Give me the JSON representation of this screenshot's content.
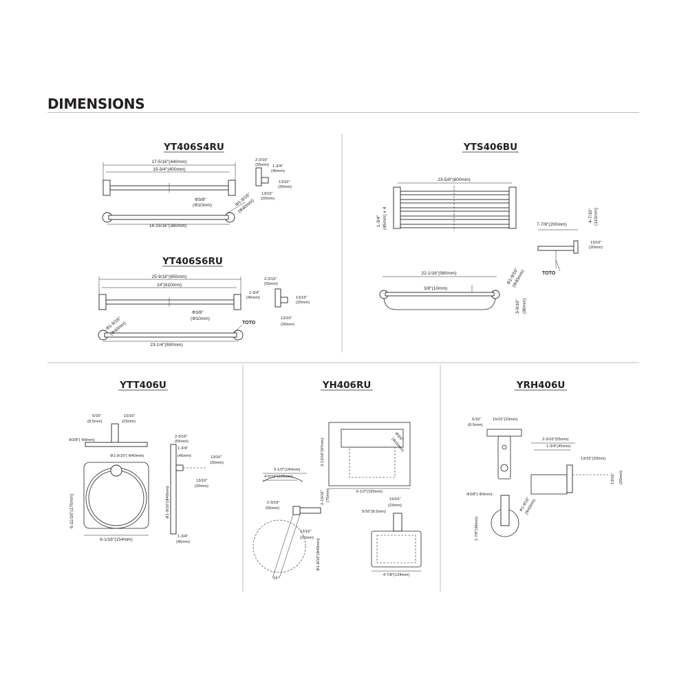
{
  "page": {
    "title": "DIMENSIONS"
  },
  "yt406s4ru": {
    "model": "YT406S4RU",
    "d_overall": "17-5/16\"(440mm)",
    "d_center": "15-3/4\"(400mm)",
    "d_rod_in": "Φ3/8\"",
    "d_rod_mm": "(Φ10mm)",
    "d_flange_in": "Φ1-9/16\"",
    "d_flange_mm": "(Φ40mm)",
    "d_bar": "14-15/16\"(380mm)",
    "side_top_in": "2-3/16\"",
    "side_top_mm": "(55mm)",
    "side_mid_in": "1-3/4\"",
    "side_mid_mm": "(45mm)",
    "side_r_in": "13/16\"",
    "side_r_mm": "(20mm)",
    "side_b_in": "13/16\"",
    "side_b_mm": "(20mm)"
  },
  "yt406s6ru": {
    "model": "YT406S6RU",
    "d_overall": "25-9/16\"(650mm)",
    "d_center": "24\"(610mm)",
    "d_rod_in": "Φ3/8\"",
    "d_rod_mm": "(Φ10mm)",
    "d_flange_in": "Φ1-9/16\"",
    "d_flange_mm": "(Φ40mm)",
    "d_bar": "23-1/4\"(590mm)",
    "brand": "TOTO",
    "side_top_in": "2-3/16\"",
    "side_top_mm": "(55mm)",
    "side_mid_in": "1-3/4\"",
    "side_mid_mm": "(45mm)",
    "side_r_in": "13/16\"",
    "side_r_mm": "(20mm)",
    "side_b_in": "13/16\"",
    "side_b_mm": "(20mm)"
  },
  "yts406bu": {
    "model": "YTS406BU",
    "d_width": "23-5/8\"(600mm)",
    "d_spacing_in": "1-3/4\"",
    "d_spacing_mm": "(45mm) x 4",
    "d_depth": "7-7/8\"(200mm)",
    "d_height_in": "4-7/16\"",
    "d_height_mm": "(113mm)",
    "d_side_in": "13/16\"",
    "d_side_mm": "(20mm)",
    "brand": "TOTO",
    "d_bottom": "22-1/16\"(560mm)",
    "d_rod": "3/8\"(10mm)",
    "d_flange_in": "Φ1-9/16\"",
    "d_flange_mm": "(Φ40mm)",
    "d_drop_in": "3-9/16\"",
    "d_drop_mm": "(90mm)"
  },
  "ytt406u": {
    "model": "YTT406U",
    "d_a_in": "5/16\"",
    "d_a_mm": "(8.5mm)",
    "d_b_in": "15/16\"",
    "d_b_mm": "(23mm)",
    "d_rod": "Φ3/8\"( Φ9mm)",
    "d_flange": "Φ1-9/16\"( Φ40mm)",
    "d_height": "6-11/16\"(170mm)",
    "d_width": "6-1/16\"(154mm)",
    "s_top_in": "2-3/16\"",
    "s_top_mm": "(55mm)",
    "s_mid_in": "1-3/4\"",
    "s_mid_mm": "(45mm)",
    "s_r_in": "13/16\"",
    "s_r_mm": "(20mm)",
    "s_b_in": "13/16\"",
    "s_b_mm": "(20mm)",
    "s_vert": "Φ1-9/16\"(Φ40mm)",
    "s_bot_in": "1-3/4\"",
    "s_bot_mm": "(45mm)"
  },
  "yh406ru": {
    "model": "YH406RU",
    "d_depth1": "5-1/2\"(140mm)",
    "d_depth2": "4-5/16\"(126mm)",
    "d_a_in": "2-3/16\"",
    "d_a_mm": "(55mm)",
    "d_h_in": "2-15/16\"",
    "d_h_mm": "(75mm)",
    "d_r_in": "13/16\"",
    "d_r_mm": "(20mm)",
    "d_flange": "Φ1-9/16\"(Φ40mm)",
    "d_angle": "29°",
    "f_height": "3-13/16\"(97mm)",
    "f_rod_in": "Φ3/8\"",
    "f_rod_mm": "(Φ10mm)",
    "f_width": "6-1/2\"(165mm)",
    "t_a_in": "15/16\"",
    "t_a_mm": "(23mm)",
    "t_b": "5/16\"(8.5mm)",
    "t_width": "4-7/8\"(124mm)"
  },
  "yrh406u": {
    "model": "YRH406U",
    "d_a_in": "5/16\"",
    "d_a_mm": "(8.5mm)",
    "d_b": "15/16\"(23mm)",
    "d_c": "2-3/16\"(55mm)",
    "d_d": "1-3/4\"(45mm)",
    "d_e": "13/16\"(20mm)",
    "d_f_in": "13/16\"",
    "d_f_mm": "(20mm)",
    "d_rod": "Φ3/8\"( Φ9mm)",
    "d_flange_in": "Φ1-9/16\"",
    "d_flange_mm": "(Φ40mm)",
    "d_height": "1-7/8\"(48mm)"
  }
}
